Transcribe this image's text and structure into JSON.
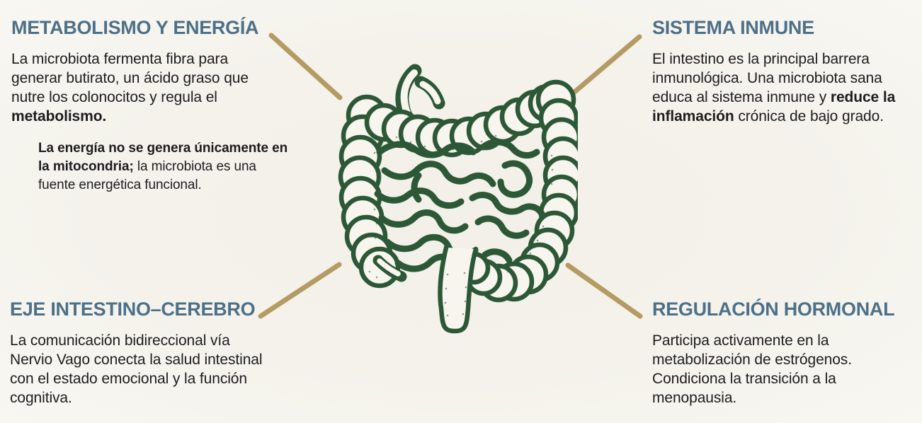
{
  "colors": {
    "background": "#f4f2eb",
    "heading": "#4d7089",
    "body_text": "#1d1d1f",
    "connector_line": "#b49b63",
    "illustration_green": "#2d5837"
  },
  "illustration": {
    "icon": "intestines-line-art-icon"
  },
  "sections": {
    "metabolismo": {
      "title": "METABOLISMO Y ENERGÍA",
      "paragraph": [
        {
          "text": "La microbiota fermenta fibra para generar butirato, un ácido graso que nutre los colonocitos y regula el ",
          "bold": false
        },
        {
          "text": "metabolismo.",
          "bold": true
        }
      ],
      "note": [
        {
          "text": "La energía no se genera únicamente en la mitocondria;",
          "bold": true
        },
        {
          "text": " la microbiota es una fuente energética funcional.",
          "bold": false
        }
      ]
    },
    "inmune": {
      "title": "SISTEMA INMUNE",
      "paragraph": [
        {
          "text": "El intestino es la principal barrera inmunológica. Una microbiota sana educa al sistema inmune y ",
          "bold": false
        },
        {
          "text": "reduce la inflamación",
          "bold": true
        },
        {
          "text": " crónica de bajo grado.",
          "bold": false
        }
      ]
    },
    "cerebro": {
      "title": "EJE INTESTINO–CEREBRO",
      "paragraph": [
        {
          "text": "La comunicación bidireccional vía Nervio Vago conecta la salud intestinal con el estado emocional y la función cognitiva.",
          "bold": false
        }
      ]
    },
    "hormonal": {
      "title": "REGULACIÓN HORMONAL",
      "paragraph": [
        {
          "text": "Participa activamente en la metabolización de estrógenos. Condiciona la transición a la menopausia.",
          "bold": false
        }
      ]
    }
  }
}
